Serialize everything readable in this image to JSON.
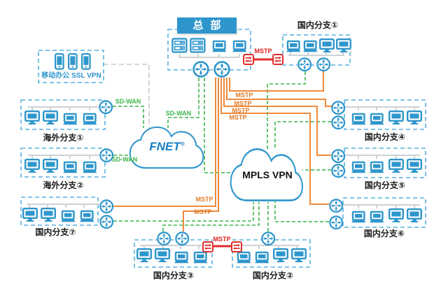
{
  "nodes": {
    "hq": {
      "label": "总部"
    },
    "branch1": {
      "label": "国内分支①"
    },
    "branch2": {
      "label": "国内分支②"
    },
    "branch3": {
      "label": "国内分支③"
    },
    "branch4": {
      "label": "国内分支④"
    },
    "branch5": {
      "label": "国内分支⑤"
    },
    "branch6": {
      "label": "国内分支⑥"
    },
    "branch7": {
      "label": "国内分支⑦"
    },
    "overseas1": {
      "label": "海外分支①"
    },
    "overseas2": {
      "label": "海外分支②"
    },
    "mobile": {
      "label": "移动办公 SSL VPN"
    }
  },
  "clouds": {
    "fnet": {
      "label": "FNET",
      "reg": "®"
    },
    "mpls": {
      "label": "MPLS VPN"
    }
  },
  "links": {
    "sdwan_overseas1": "SD-WAN",
    "sdwan_overseas2": "SD-WAN",
    "sdwan_hq": "SD-WAN",
    "mstp1": "MSTP",
    "mstp2": "MSTP",
    "mstp3": "MSTP",
    "mstp4": "MSTP",
    "mstp_branch7": "MSTP",
    "mstp_branch3": "MSTP",
    "mstp_red_hq_branch1": "MSTP",
    "mstp_red_branch3_branch2": "MSTP"
  },
  "colors": {
    "device_blue": "#2e96cc",
    "box_border": "#58b0de",
    "sdwan_green": "#3cb54a",
    "mstp_orange": "#ee8a3c",
    "mstp_red": "#e02b2b",
    "bus_gray": "#cdd2d5",
    "banner_bg": "#2e96cc"
  }
}
